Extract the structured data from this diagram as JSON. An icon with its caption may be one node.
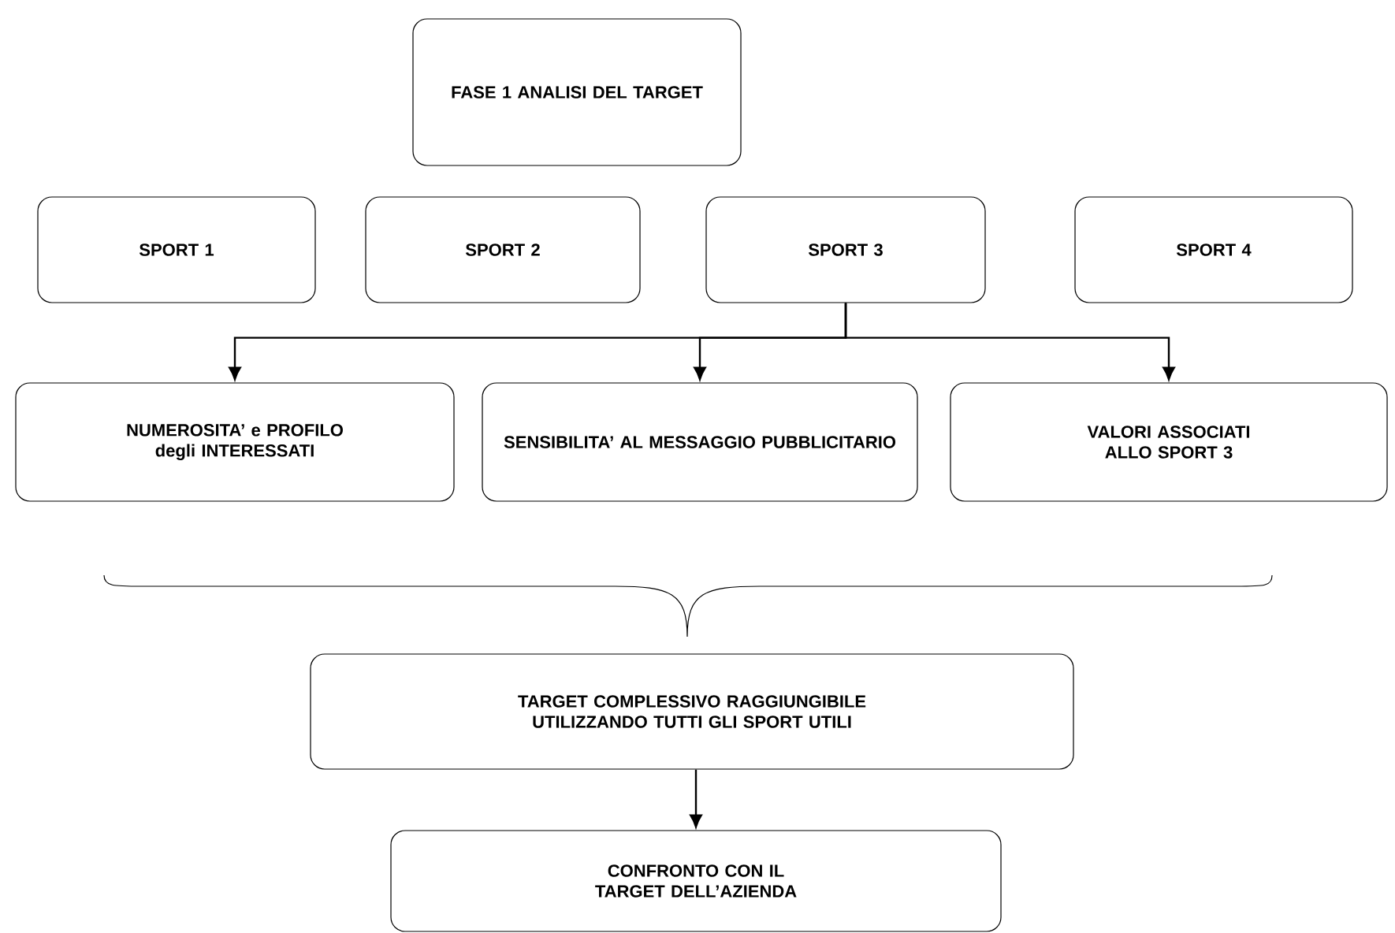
{
  "diagram": {
    "nodes": [
      {
        "text": [
          "FASE 1 ANALISI DEL TARGET"
        ]
      },
      {
        "text": [
          "SPORT 1"
        ]
      },
      {
        "text": [
          "SPORT 2"
        ]
      },
      {
        "text": [
          "SPORT 3"
        ]
      },
      {
        "text": [
          "SPORT 4"
        ]
      },
      {
        "text": [
          "NUMEROSITA’ e PROFILO degli INTERESSATI"
        ]
      },
      {
        "text": [
          "SENSIBILITA’ AL MESSAGGIO PUBBLICITARIO"
        ]
      },
      {
        "text": [
          "VALORI ASSOCIATI ALLO SPORT 3"
        ]
      },
      {
        "text": [
          "TARGET COMPLESSIVO RAGGIUNGIBILE UTILIZZANDO TUTTI GLI SPORT UTILI"
        ]
      },
      {
        "text": [
          "CONFRONTO CON IL TARGET DELL’AZIENDA"
        ]
      }
    ],
    "edges": [
      {
        "from": 3,
        "to": 5,
        "arrow": "to"
      },
      {
        "from": 3,
        "to": 6,
        "arrow": "to"
      },
      {
        "from": 3,
        "to": 7,
        "arrow": "to"
      },
      {
        "from": 8,
        "to": 9,
        "arrow": "to"
      }
    ]
  }
}
